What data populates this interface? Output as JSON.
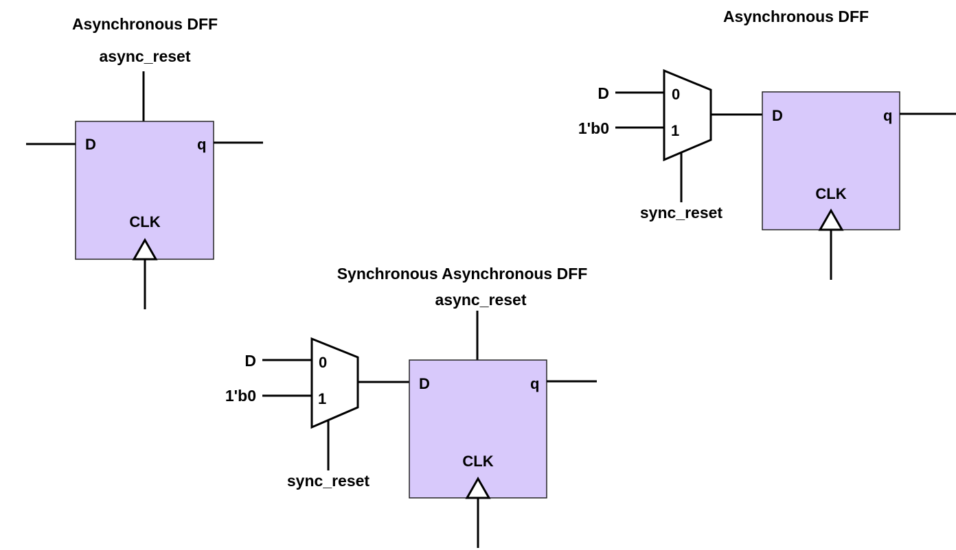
{
  "colors": {
    "ff_fill": "#d8c9fb",
    "line": "#000000",
    "background": "#ffffff"
  },
  "diagram_left": {
    "title": "Asynchronous DFF",
    "reset_label": "async_reset",
    "pins": {
      "d": "D",
      "q": "q",
      "clk": "CLK"
    }
  },
  "diagram_right": {
    "title": "Asynchronous DFF",
    "mux_inputs": {
      "a": "D",
      "b": "1'b0"
    },
    "mux_sel": {
      "zero": "0",
      "one": "1"
    },
    "mux_select_label": "sync_reset",
    "pins": {
      "d": "D",
      "q": "q",
      "clk": "CLK"
    }
  },
  "diagram_bottom": {
    "title": "Synchronous Asynchronous DFF",
    "reset_label": "async_reset",
    "mux_inputs": {
      "a": "D",
      "b": "1'b0"
    },
    "mux_sel": {
      "zero": "0",
      "one": "1"
    },
    "mux_select_label": "sync_reset",
    "pins": {
      "d": "D",
      "q": "q",
      "clk": "CLK"
    }
  }
}
